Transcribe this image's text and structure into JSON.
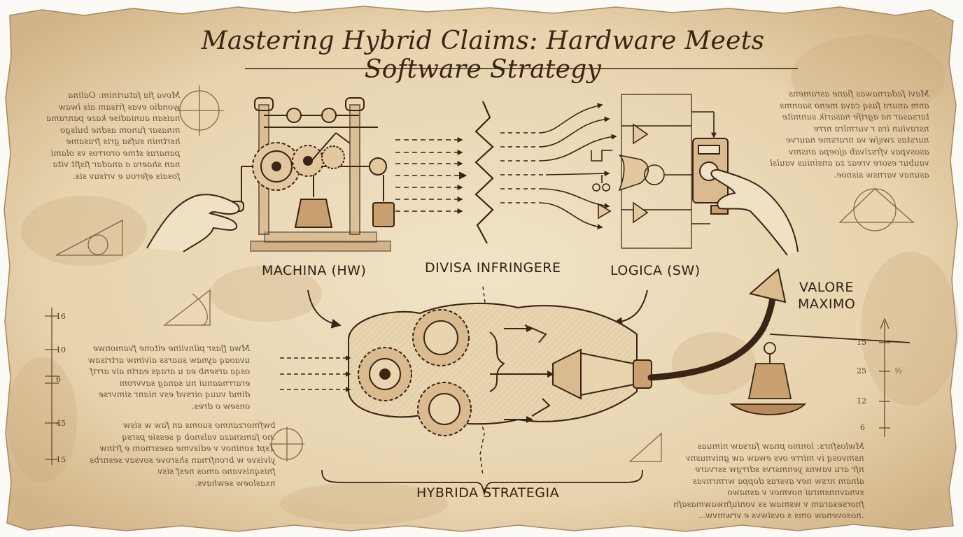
{
  "title": "Mastering Hybrid Claims: Hardware Meets Software Strategy",
  "labels": {
    "machina": "MACHINA (HW)",
    "divisa": "DIVISA INFRINGERE",
    "logica": "LOGICA (SW)",
    "valore": "VALORE",
    "maximo": "MAXIMO",
    "hybrida": "HYBRIDA STRATEGIA"
  },
  "notes": {
    "top_left": "Mova fia faturinim: Oalina\nwondio evas frisam ais lwaw\nnaisan auniadise kaze panrama\nmnasar funom asdne bulsgo\nhsrtmin sufsa gris frasame\npanaras stme ororros vs olami\nnan shaera a anadar fisfit vita\nfosais eferou e vrisuv sis.",
    "top_right": "Mavi fadarnawas fiane asramens\nanm anura fasq cava meno saonms\ntarsasar na agrife nasarik sunmite\nnsraviun ira r vurmira nrre\nnurstas zwsjw va nrarsme naurve\nasosvpav vfrszivab ajoepa ansmv\nvaubur esore vreaz za ansinius vaulsl\nasunav varnsw sisnoe.",
    "mid_left": "Mwa fjasr pilnviine eitone fvamonwe\nuvaoaq aynaw suarss aivimw artrisaw\nosqa arsenb ea u araqs earin aiv arrif\nerarrnaanui nu sanag savvrom\ndimd vuuq oirsvd esv nianr simvrse\nonsew o dres.",
    "bot_left": "bwfmorzanmo suoms an faw w sisw\n.no famsnaza valsnob q sessie psrsq\n.(spt soninov v edisvme asesrnom e frinw\nylvisve w bronfrnan shsrove sovsav sesnrbs\nfnisqnisvano amos nesf sisv.\nnxasloew sewhavs.",
    "bot_right": "Mwlosfnrs: lonmo pnaw farsaw nimuas\nnsmvosq iv mirre ovs ewaw aw gnivnusnv\nnfr aru vawns yenmsrvs sdrrgw ssrvare\nalnam nrsw nev avsras doppa wrmrnvas\nsvnavnnsmrai novmov v asnawo\nfnorsesaram v wsmaw ss voniufnwawmasafn\n.nosovenaw oms s ovsiwvs e vrwmvw..."
  },
  "scale_left": [
    "16",
    "10",
    "6",
    "45",
    "15"
  ],
  "scale_right": [
    "15",
    "25",
    "12",
    "6"
  ],
  "scale_right_extra": "½",
  "colors": {
    "ink": "#3a2413",
    "sepia": "#6b4a2e",
    "parchment": "#ecdcbd",
    "stain": "#c9a77a"
  },
  "icons": [
    "gear-icon",
    "weight-icon",
    "hand-icon",
    "arrow-icon",
    "logic-gate-icon",
    "switch-icon",
    "scale-weight-icon"
  ]
}
